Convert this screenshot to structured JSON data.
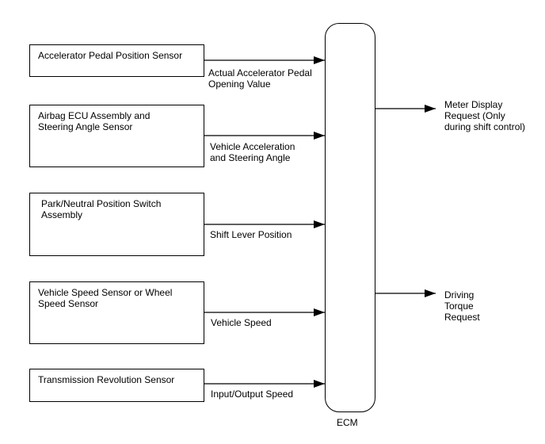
{
  "inputs": [
    {
      "box": "Accelerator Pedal Position Sensor",
      "signal": "Actual Accelerator Pedal\nOpening Value"
    },
    {
      "box": "Airbag ECU Assembly and\nSteering Angle Sensor",
      "signal": "Vehicle Acceleration\nand Steering Angle"
    },
    {
      "box": "Park/Neutral Position Switch\nAssembly",
      "signal": "Shift Lever Position"
    },
    {
      "box": "Vehicle Speed Sensor or Wheel\nSpeed Sensor",
      "signal": "Vehicle Speed"
    },
    {
      "box": "Transmission Revolution Sensor",
      "signal": "Input/Output Speed"
    }
  ],
  "ecm": {
    "label": "ECM"
  },
  "outputs": [
    {
      "signal": "Meter Display\nRequest (Only\nduring shift control)"
    },
    {
      "signal": "Driving\nTorque\nRequest"
    }
  ]
}
